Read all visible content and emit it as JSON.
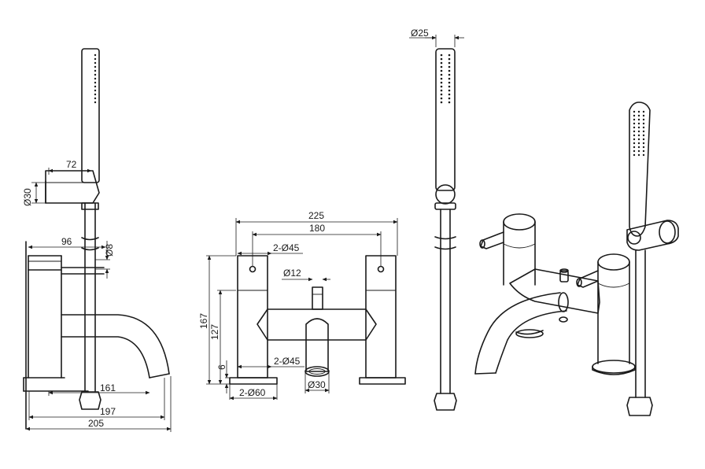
{
  "dimensions": {
    "side_view": {
      "holder_depth": "72",
      "handset_dia": "Ø30",
      "spout_depth": "96",
      "hose_dia": "Ø8",
      "base_to_outlet": "161",
      "overall_to_outlet_tip": "197",
      "overall_depth": "205"
    },
    "front_view": {
      "overall_width": "225",
      "centres": "180",
      "top_body_dia": "2-Ø45",
      "bottom_body_dia": "2-Ø45",
      "lever_dia": "Ø12",
      "overall_height": "167",
      "spout_height": "127",
      "base_height": "6",
      "base_plate_dia": "2-Ø60",
      "outlet_dia": "Ø30"
    },
    "handset_view": {
      "handset_dia": "Ø25"
    }
  },
  "colors": {
    "line": "#1a1a1a",
    "background": "#ffffff"
  }
}
